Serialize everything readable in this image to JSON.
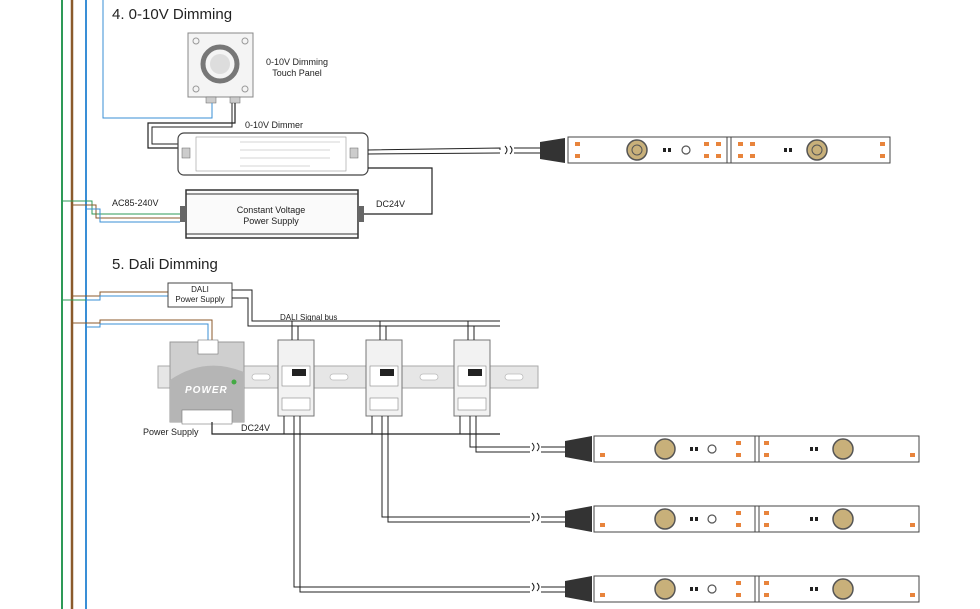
{
  "section_0_10v": {
    "title": "4. 0-10V Dimming",
    "touch_panel_label_line1": "0-10V Dimming",
    "touch_panel_label_line2": "Touch Panel",
    "dimmer_label": "0-10V Dimmer",
    "ac_input_label": "AC85-240V",
    "psu_label_line1": "Constant Voltage",
    "psu_label_line2": "Power Supply",
    "dc_output_label": "DC24V"
  },
  "section_dali": {
    "title": "5. Dali Dimming",
    "dali_psu_label_line1": "DALI",
    "dali_psu_label_line2": "Power Supply",
    "signal_bus_label": "DALI Signal bus",
    "power_module_text": "POWER",
    "power_supply_label": "Power Supply",
    "dc_output_label": "DC24V"
  },
  "colors": {
    "wire_green": "#2e9a57",
    "wire_brown": "#8b5a2b",
    "wire_blue": "#3a8fd6",
    "led_strip_pad": "#e8843c",
    "led_chip": "#c8b07a"
  }
}
